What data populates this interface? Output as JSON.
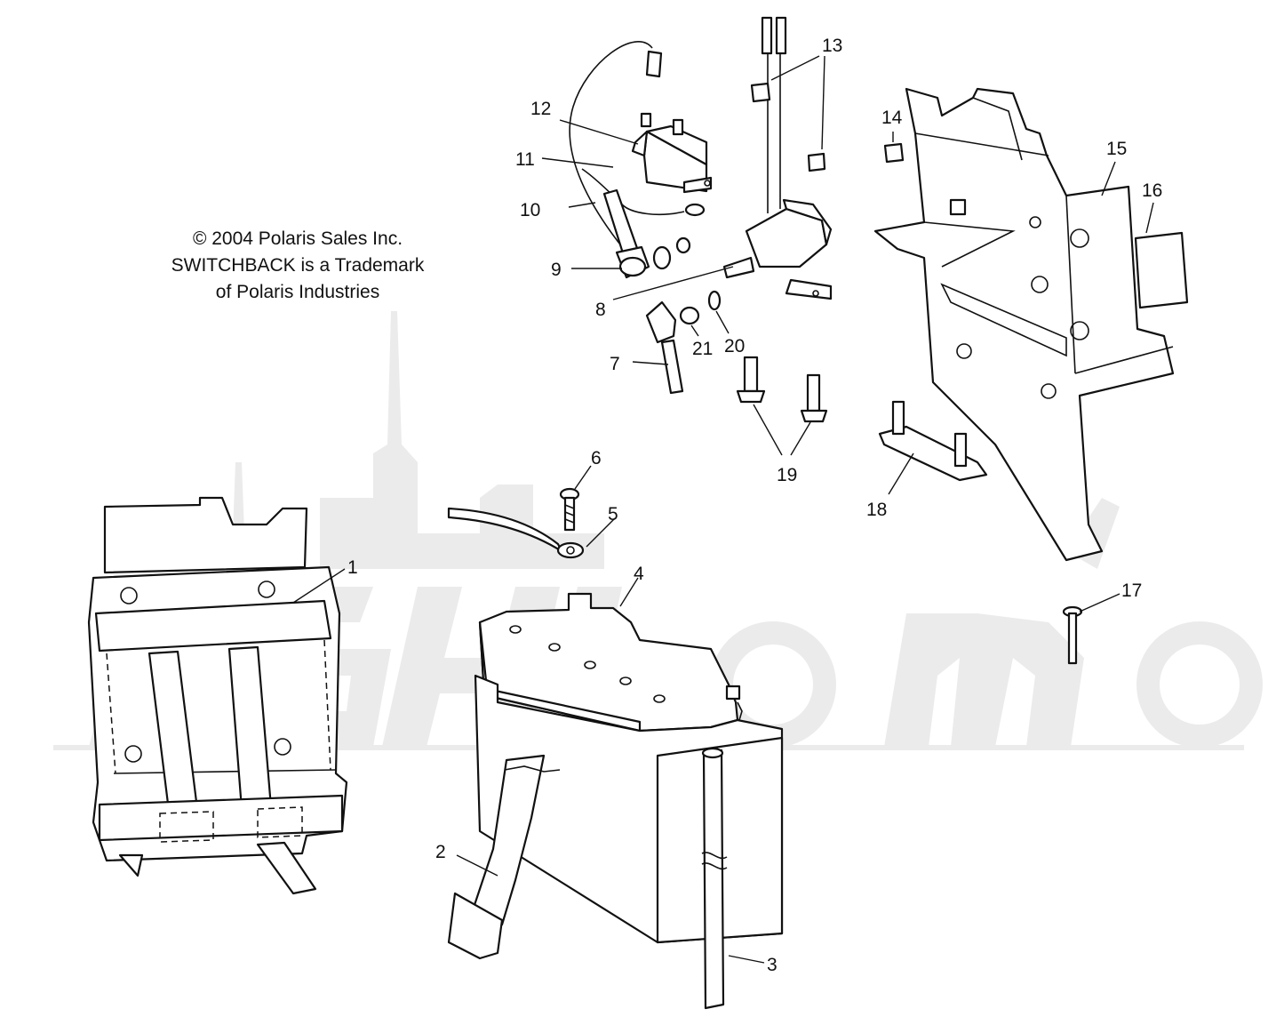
{
  "notes": {
    "copyright": "© 2004 Polaris Sales Inc.",
    "trademark_line1": "SWITCHBACK is a Trademark",
    "trademark_line2": "of Polaris Industries"
  },
  "callouts": [
    "1",
    "2",
    "3",
    "4",
    "5",
    "6",
    "7",
    "8",
    "9",
    "10",
    "11",
    "12",
    "13",
    "14",
    "15",
    "16",
    "17",
    "18",
    "19",
    "20",
    "21"
  ]
}
